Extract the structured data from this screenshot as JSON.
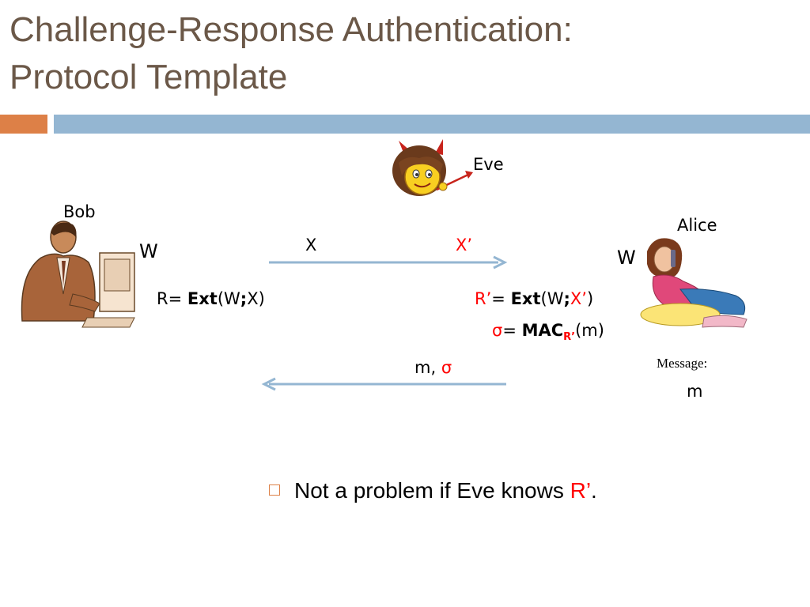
{
  "slide": {
    "title_line1": "Challenge-Response Authentication:",
    "title_line2": "Protocol Template"
  },
  "actors": {
    "bob": "Bob",
    "alice": "Alice",
    "eve": "Eve"
  },
  "bob_side": {
    "w": "W",
    "r_prefix": "R= ",
    "ext": "Ext",
    "ext_args_a": "(W",
    "semicolon": ";",
    "ext_args_b": "X)"
  },
  "alice_side": {
    "w": "W",
    "r_prime": "R’",
    "eq": "= ",
    "ext": "Ext",
    "ext_args_a": "(W",
    "semicolon": ";",
    "x_prime": "X’",
    "close": ")",
    "sigma": "σ",
    "sigma_eq": "= ",
    "mac": "MAC",
    "mac_sub": "R’",
    "mac_arg": "(m)",
    "message_label": "Message:",
    "message_value": "m"
  },
  "channel": {
    "x_sent": "X",
    "x_received": "X’",
    "reply_m": "m, ",
    "reply_sigma": "σ"
  },
  "bullet": {
    "text": "Not a problem if Eve knows ",
    "highlight": "R’",
    "end": "."
  },
  "colors": {
    "title": "#6b5848",
    "accent_orange": "#dd8047",
    "accent_blue": "#94b6d2",
    "arrow": "#94b6d2",
    "highlight": "#ff0000"
  }
}
